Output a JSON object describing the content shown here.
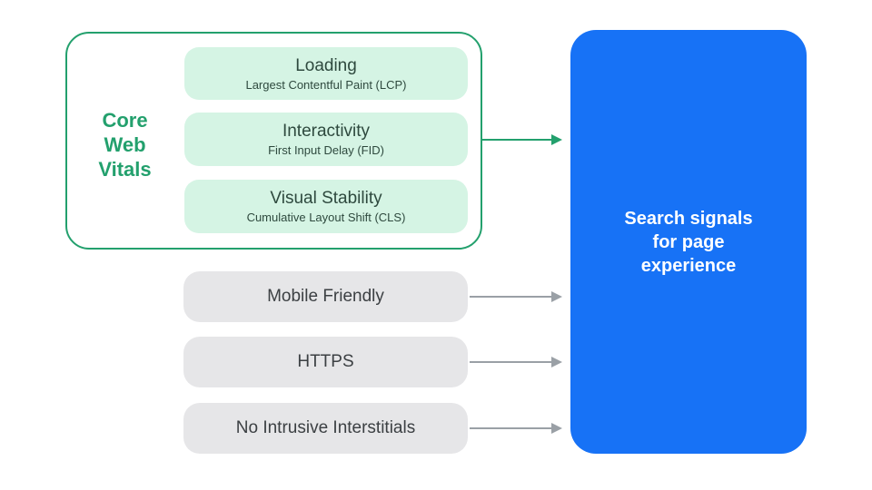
{
  "colors": {
    "accent-green": "#23A06D",
    "mint": "#D5F4E4",
    "dark-green-text": "#2E493E",
    "gray-card": "#E6E6E8",
    "gray-text": "#3C4043",
    "gray-arrow": "#9AA0A6",
    "blue": "#1772F6",
    "white-text": "#FFFFFF"
  },
  "core_web_vitals": {
    "label": "Core Web Vitals",
    "label_lines": [
      "Core",
      "Web",
      "Vitals"
    ],
    "items": [
      {
        "title": "Loading",
        "subtitle": "Largest Contentful Paint (LCP)"
      },
      {
        "title": "Interactivity",
        "subtitle": "First Input Delay (FID)"
      },
      {
        "title": "Visual Stability",
        "subtitle": "Cumulative Layout Shift (CLS)"
      }
    ]
  },
  "other_signals": [
    "Mobile Friendly",
    "HTTPS",
    "No Intrusive Interstitials"
  ],
  "target": {
    "label": "Search signals for page experience",
    "lines": [
      "Search signals",
      "for page",
      "experience"
    ]
  }
}
